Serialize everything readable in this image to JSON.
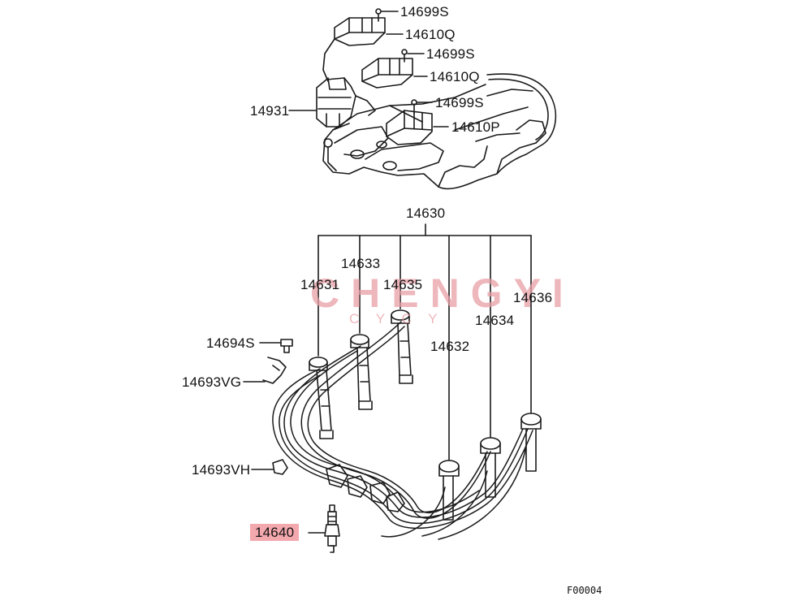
{
  "parts": {
    "p14699S_a": "14699S",
    "p14610Q_a": "14610Q",
    "p14699S_b": "14699S",
    "p14610Q_b": "14610Q",
    "p14931": "14931",
    "p14699S_c": "14699S",
    "p14610P": "14610P",
    "p14630": "14630",
    "p14633": "14633",
    "p14631": "14631",
    "p14635": "14635",
    "p14636": "14636",
    "p14634": "14634",
    "p14632": "14632",
    "p14694S": "14694S",
    "p14693VG": "14693VG",
    "p14693VH": "14693VH",
    "p14640": "14640"
  },
  "highlight_color": "#f3a8ad",
  "watermark": {
    "main": "CHENGYI",
    "sub": "C Y C Y"
  },
  "figure_code": "F00004"
}
